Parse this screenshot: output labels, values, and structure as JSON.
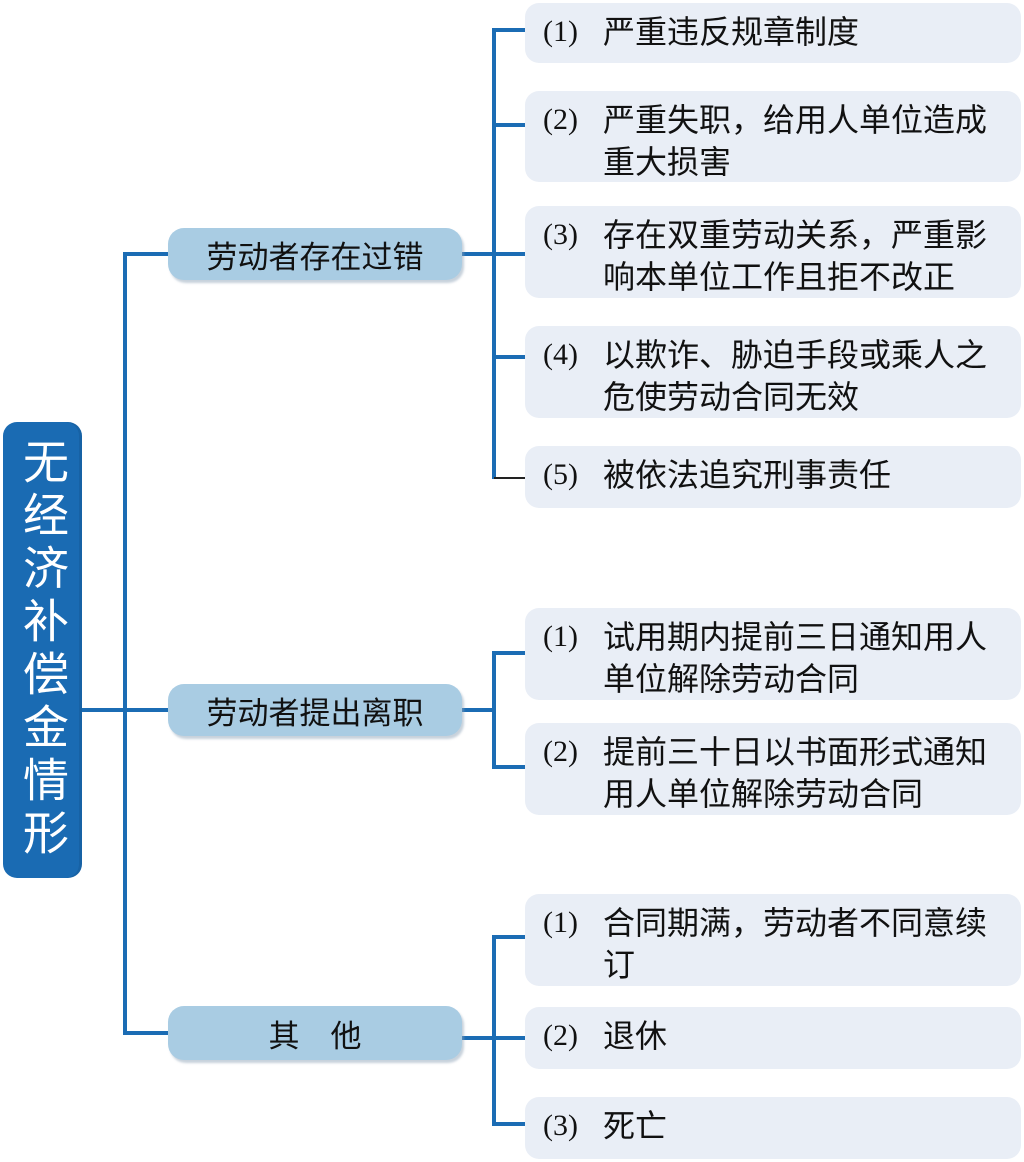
{
  "diagram": {
    "title_root": "无经济补偿金情形",
    "colors": {
      "root_fill": "#1a6bb3",
      "root_text": "#ffffff",
      "branch_fill": "#a9cce3",
      "leaf_fill": "#e9eef6",
      "connector_blue": "#1b6cb4",
      "connector_black": "#222222",
      "node_text": "#111111"
    },
    "branches": [
      {
        "label": "劳动者存在过错",
        "items": [
          {
            "num": "(1)",
            "text": "严重违反规章制度"
          },
          {
            "num": "(2)",
            "text": "严重失职，给用人单位造成\n重大损害"
          },
          {
            "num": "(3)",
            "text": "存在双重劳动关系，严重影\n响本单位工作且拒不改正"
          },
          {
            "num": "(4)",
            "text": "以欺诈、胁迫手段或乘人之\n危使劳动合同无效"
          },
          {
            "num": "(5)",
            "text": "被依法追究刑事责任"
          }
        ]
      },
      {
        "label": "劳动者提出离职",
        "items": [
          {
            "num": "(1)",
            "text": "试用期内提前三日通知用人\n单位解除劳动合同"
          },
          {
            "num": "(2)",
            "text": "提前三十日以书面形式通知\n用人单位解除劳动合同"
          }
        ]
      },
      {
        "label": "其　他",
        "items": [
          {
            "num": "(1)",
            "text": "合同期满，劳动者不同意续\n订"
          },
          {
            "num": "(2)",
            "text": "退休"
          },
          {
            "num": "(3)",
            "text": "死亡"
          }
        ]
      }
    ]
  }
}
